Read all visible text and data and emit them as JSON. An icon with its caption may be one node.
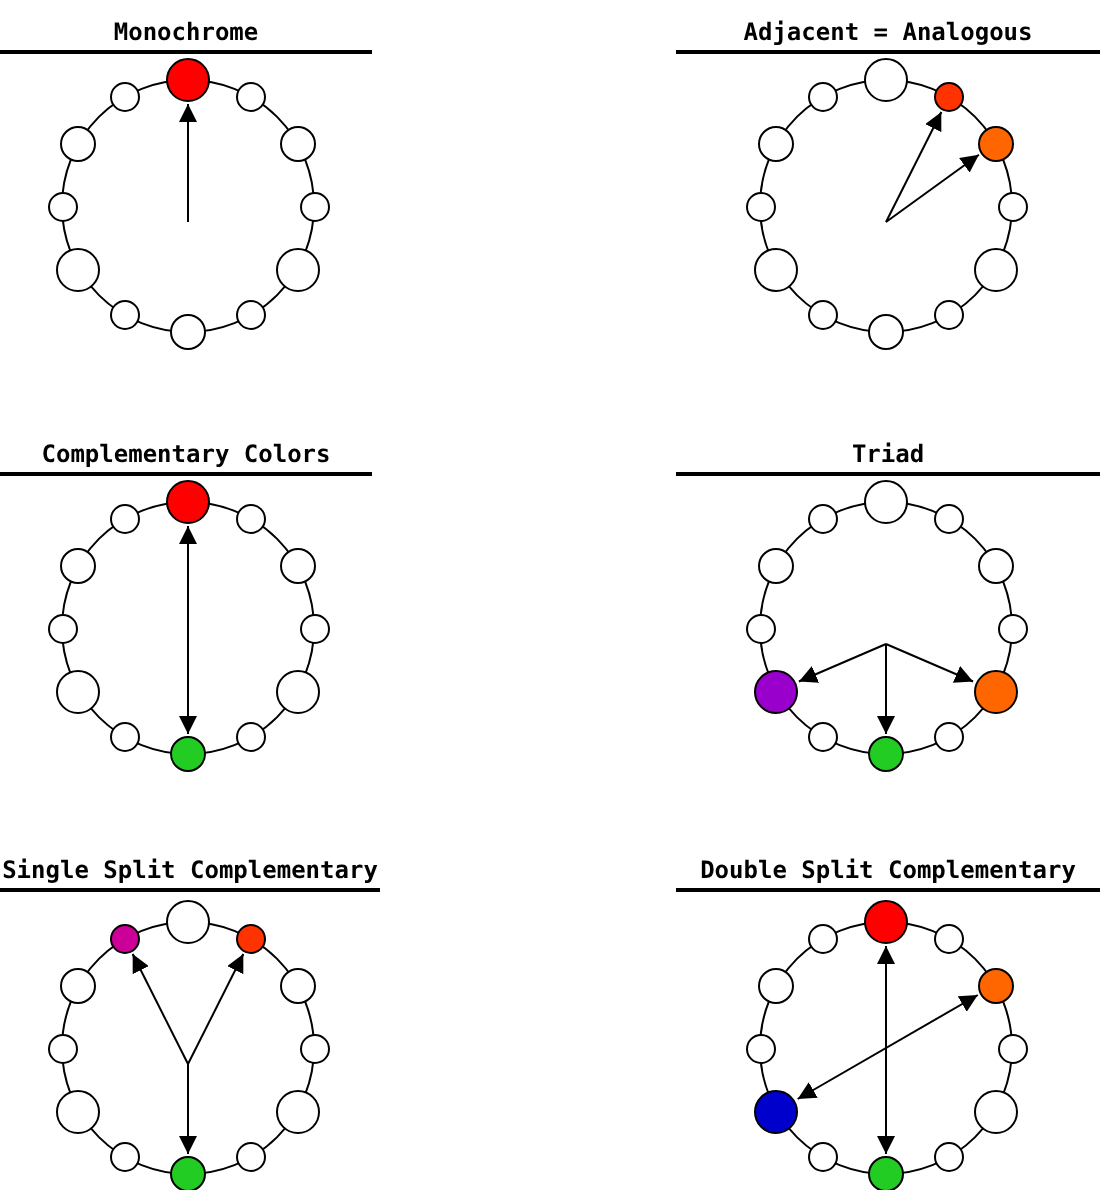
{
  "diagram": {
    "nodes": [
      {
        "text": [],
        "shape": "circle"
      },
      {
        "text": [],
        "shape": "circle"
      },
      {
        "text": [],
        "shape": "circle"
      },
      {
        "text": [],
        "shape": "circle"
      },
      {
        "text": [],
        "shape": "circle"
      },
      {
        "text": [],
        "shape": "circle"
      },
      {
        "text": [],
        "shape": "circle"
      },
      {
        "text": [],
        "shape": "circle"
      },
      {
        "text": [],
        "shape": "circle"
      },
      {
        "text": [],
        "shape": "circle"
      },
      {
        "text": [],
        "shape": "circle"
      },
      {
        "text": [],
        "shape": "circle"
      },
      {
        "text": [],
        "shape": "circle"
      },
      {
        "text": [],
        "shape": "circle"
      },
      {
        "text": [],
        "shape": "circle"
      },
      {
        "text": [],
        "shape": "circle"
      },
      {
        "text": [],
        "shape": "circle"
      },
      {
        "text": [],
        "shape": "circle"
      },
      {
        "text": [],
        "shape": "circle"
      },
      {
        "text": [],
        "shape": "circle"
      },
      {
        "text": [],
        "shape": "circle"
      },
      {
        "text": [],
        "shape": "circle"
      },
      {
        "text": [],
        "shape": "circle"
      },
      {
        "text": [],
        "shape": "circle"
      },
      {
        "text": [],
        "shape": "circle"
      },
      {
        "text": [],
        "shape": "circle"
      },
      {
        "text": [],
        "shape": "circle"
      },
      {
        "text": [],
        "shape": "circle"
      },
      {
        "text": [],
        "shape": "circle"
      },
      {
        "text": [],
        "shape": "circle"
      },
      {
        "text": [],
        "shape": "circle"
      },
      {
        "text": [],
        "shape": "circle"
      },
      {
        "text": [],
        "shape": "circle"
      },
      {
        "text": [],
        "shape": "circle"
      },
      {
        "text": [],
        "shape": "circle"
      },
      {
        "text": [],
        "shape": "circle"
      },
      {
        "text": [],
        "shape": "circle"
      },
      {
        "text": [],
        "shape": "circle"
      },
      {
        "text": [],
        "shape": "circle"
      },
      {
        "text": [],
        "shape": "circle"
      },
      {
        "text": [],
        "shape": "circle"
      },
      {
        "text": [],
        "shape": "circle"
      },
      {
        "text": [],
        "shape": "circle"
      },
      {
        "text": [],
        "shape": "circle"
      },
      {
        "text": [],
        "shape": "circle"
      },
      {
        "text": [],
        "shape": "circle"
      },
      {
        "text": [],
        "shape": "circle"
      },
      {
        "text": [],
        "shape": "circle"
      },
      {
        "text": [],
        "shape": "circle"
      },
      {
        "text": [],
        "shape": "circle"
      },
      {
        "text": [],
        "shape": "circle"
      },
      {
        "text": [],
        "shape": "circle"
      },
      {
        "text": [],
        "shape": "circle"
      },
      {
        "text": [],
        "shape": "circle"
      },
      {
        "text": [],
        "shape": "circle"
      },
      {
        "text": [],
        "shape": "circle"
      },
      {
        "text": [],
        "shape": "circle"
      },
      {
        "text": [],
        "shape": "circle"
      },
      {
        "text": [],
        "shape": "circle"
      },
      {
        "text": [],
        "shape": "circle"
      },
      {
        "text": [],
        "shape": "circle"
      },
      {
        "text": [],
        "shape": "circle"
      },
      {
        "text": [],
        "shape": "circle"
      },
      {
        "text": [],
        "shape": "circle"
      },
      {
        "text": [],
        "shape": "circle"
      },
      {
        "text": [],
        "shape": "circle"
      },
      {
        "text": [],
        "shape": "circle"
      },
      {
        "text": [],
        "shape": "circle"
      },
      {
        "text": [],
        "shape": "circle"
      },
      {
        "text": [],
        "shape": "circle"
      },
      {
        "text": [],
        "shape": "circle"
      },
      {
        "text": [],
        "shape": "circle"
      }
    ],
    "edges": [
      {
        "from": null,
        "to": 0,
        "arrow": "to"
      },
      {
        "from": null,
        "to": 14,
        "arrow": "to"
      },
      {
        "from": null,
        "to": 16,
        "arrow": "to"
      },
      {
        "from": 24,
        "to": 35,
        "arrow": "both"
      },
      {
        "from": null,
        "to": 44,
        "arrow": "to"
      },
      {
        "from": null,
        "to": 47,
        "arrow": "to"
      },
      {
        "from": null,
        "to": 43,
        "arrow": "to"
      },
      {
        "from": null,
        "to": 49,
        "arrow": "to"
      },
      {
        "from": null,
        "to": 50,
        "arrow": "to"
      },
      {
        "from": null,
        "to": 59,
        "arrow": "to"
      },
      {
        "from": 60,
        "to": 71,
        "arrow": "both"
      },
      {
        "from": 64,
        "to": 67,
        "arrow": "both"
      }
    ],
    "labels": [
      "Monochrome",
      "Adjacent = Analogous",
      "Complementary Colors",
      "Triad",
      "Single Split Complementary",
      "Double Split Complementary"
    ]
  }
}
